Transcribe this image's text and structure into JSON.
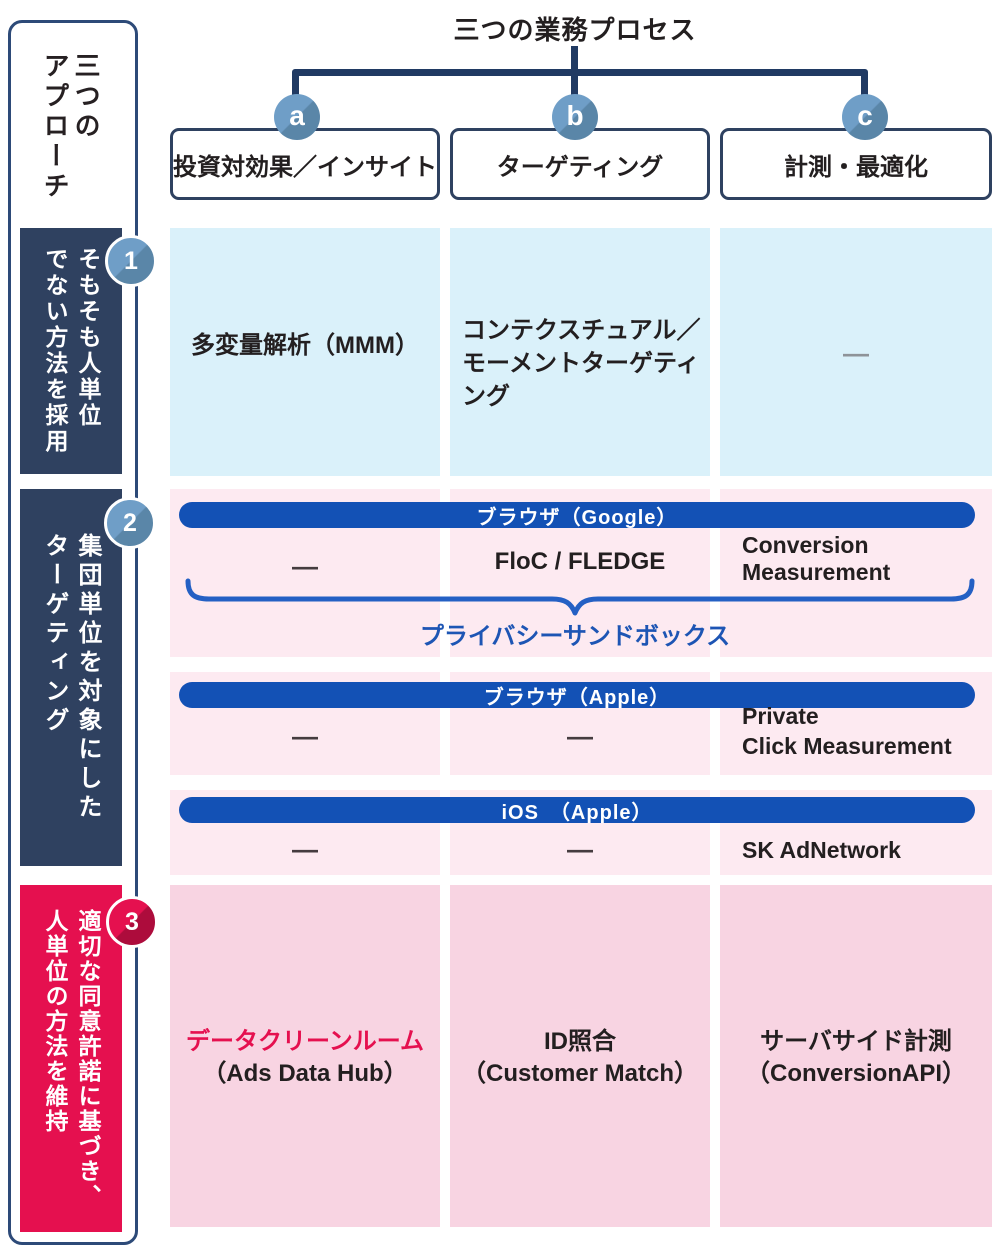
{
  "page": {
    "top_title": "三つの業務プロセス",
    "left_title": "三つの\nアプローチ"
  },
  "columns": [
    {
      "badge": "a",
      "label": "投資対効果／インサイト"
    },
    {
      "badge": "b",
      "label": "ターゲティング"
    },
    {
      "badge": "c",
      "label": "計測・最適化"
    }
  ],
  "rows": [
    {
      "badge": "1",
      "label": "そもそも人単位\nでない方法を採用"
    },
    {
      "badge": "2",
      "label": "集団単位を対象にした\nターゲティング"
    },
    {
      "badge": "3",
      "label": "適切な同意許諾に基づき、\n人単位の方法を維持"
    }
  ],
  "row1_cells": {
    "a": "多変量解析（MMM）",
    "b": "コンテクスチュアル／\nモーメントターゲティング",
    "c": "—"
  },
  "row2": {
    "google": {
      "bar": "ブラウザ（Google）",
      "a": "—",
      "b": "FloC / FLEDGE",
      "c": "Conversion\nMeasurement",
      "brace_label": "プライバシーサンドボックス"
    },
    "apple_browser": {
      "bar": "ブラウザ（Apple）",
      "a": "—",
      "b": "—",
      "c": "Private\nClick Measurement"
    },
    "ios": {
      "bar": "iOS　（Apple）",
      "a": "—",
      "b": "—",
      "c": "SK AdNetwork"
    }
  },
  "row3_cells": {
    "a_line1": "データクリーンルーム",
    "a_line2": "（Ads Data Hub）",
    "b": "ID照合\n（Customer Match）",
    "c": "サーバサイド計測\n（ConversionAPI）"
  },
  "colors": {
    "navy": "#2f4160",
    "connector_navy": "#203a63",
    "crimson": "#e5104f",
    "steel_blue_circle": "#6f9ec7",
    "royal_blue_bar": "#1351b5",
    "brace_blue": "#2460c4",
    "privacy_label_blue": "#1d55b4",
    "light_blue_cell": "#daf1fa",
    "light_pink_cell": "#fdeaf1",
    "deep_pink_cell": "#f8d4e2",
    "text_dark": "#231f20"
  }
}
